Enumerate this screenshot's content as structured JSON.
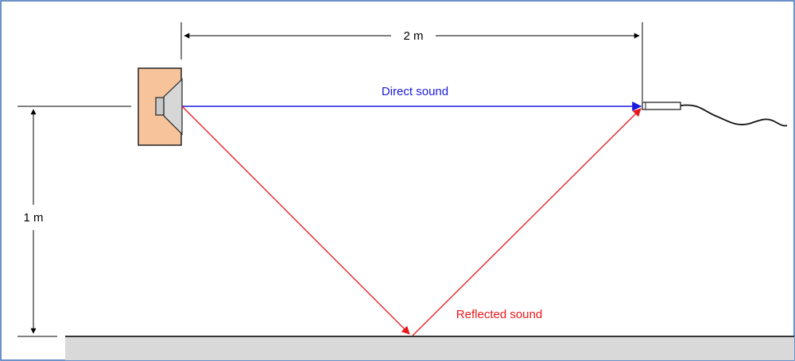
{
  "labels": {
    "distance": "2 m",
    "height": "1 m",
    "direct": "Direct sound",
    "reflected": "Reflected sound"
  },
  "colors": {
    "frame": "#3a6fb7",
    "direct": "#1a1adc",
    "reflected": "#e8171b",
    "dimension": "#000000",
    "speaker_box": "#f7c39a",
    "speaker_cone": "#d7d7d7",
    "floor_fill": "#d9d9d9"
  },
  "icons": {
    "speaker": "loudspeaker-icon",
    "microphone": "microphone-icon"
  }
}
